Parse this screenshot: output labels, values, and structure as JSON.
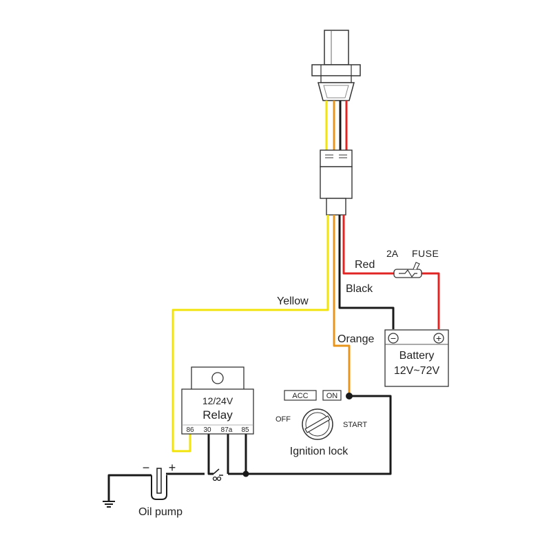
{
  "colors": {
    "yellow": "#f2e40a",
    "orange": "#e8951c",
    "red": "#e02424",
    "black": "#1a1a1a",
    "outline": "#333333"
  },
  "wire_labels": {
    "yellow": "Yellow",
    "orange": "Orange",
    "red": "Red",
    "black": "Black"
  },
  "fuse": {
    "rating": "2A",
    "label": "FUSE"
  },
  "battery": {
    "title": "Battery",
    "voltage": "12V~72V",
    "neg_symbol": "−",
    "pos_symbol": "+"
  },
  "relay": {
    "voltage": "12/24V",
    "title": "Relay",
    "pins": [
      "86",
      "30",
      "87a",
      "85"
    ]
  },
  "ignition": {
    "title": "Ignition lock",
    "acc": "ACC",
    "on": "ON",
    "off": "OFF",
    "start": "START"
  },
  "oil_pump": {
    "title": "Oil pump",
    "neg": "−",
    "pos": "+"
  }
}
